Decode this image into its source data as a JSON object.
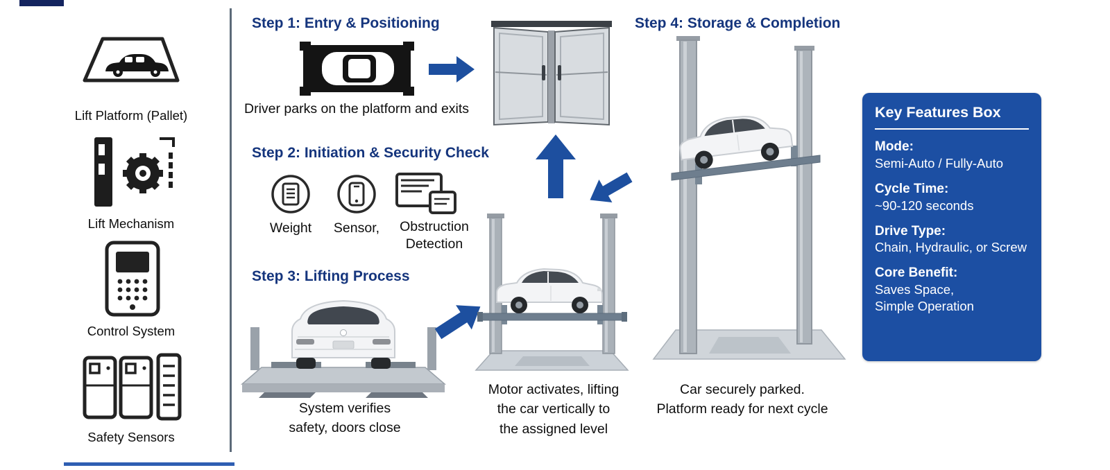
{
  "meta": {
    "background": "#ffffff",
    "heading_navy": "#15357d",
    "arrow_blue": "#1d4f9f",
    "key_box_blue": "#1c4fa3",
    "divider_gray": "#5c6a79"
  },
  "components_panel": {
    "items": [
      {
        "icon": "platform-pallet-icon",
        "label": "Lift Platform (Pallet)"
      },
      {
        "icon": "lift-mechanism-icon",
        "label": "Lift Mechanism"
      },
      {
        "icon": "control-system-icon",
        "label": "Control System"
      },
      {
        "icon": "safety-sensors-icon",
        "label": "Safety Sensors"
      }
    ]
  },
  "flow": {
    "step1": {
      "title": "Step 1: Entry & Positioning",
      "caption": "Driver parks on the platform and exits"
    },
    "step2": {
      "title": "Step 2: Initiation & Security Check",
      "labels": [
        "Weight",
        "Sensor,",
        "Obstruction Detection"
      ]
    },
    "step3": {
      "title": "Step 3: Lifting Process",
      "caption": "System verifies\nsafety, doors close"
    },
    "mid_caption": "Motor activates, lifting\nthe car vertically to\nthe assigned level",
    "step4": {
      "title": "Step 4: Storage & Completion",
      "caption": "Car securely parked.\nPlatform ready for next cycle"
    }
  },
  "key_features": {
    "title": "Key Features Box",
    "features": [
      {
        "label": "Mode:",
        "value": "Semi-Auto / Fully-Auto"
      },
      {
        "label": "Cycle Time:",
        "value": "~90-120 seconds"
      },
      {
        "label": "Drive Type:",
        "value": "Chain, Hydraulic, or Screw"
      },
      {
        "label": "Core Benefit:",
        "value": "Saves Space,\nSimple Operation"
      }
    ]
  }
}
